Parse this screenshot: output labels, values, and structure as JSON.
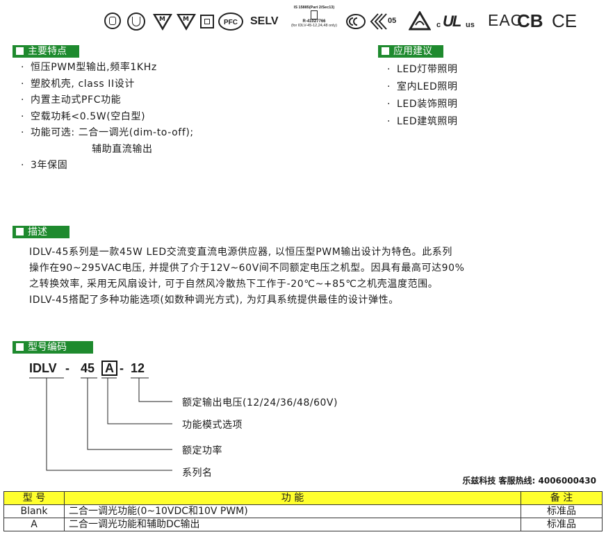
{
  "certifications": {
    "icons": [
      "tuv-icon",
      "cb-shield-icon",
      "mm-triangle-icon",
      "mm-triangle-icon-2",
      "class-ii-icon",
      "pfc-icon",
      "selv-text",
      "bis-icon",
      "ccc-icon",
      "kc-icon",
      "saa-icon",
      "ul-icon",
      "eac-icon",
      "cb-icon",
      "ce-icon"
    ],
    "mm1": "M",
    "mm2": "M",
    "pfc": "PFC",
    "selv": "SELV",
    "bis_line1": "IS 15885(Part 2/Sec13)",
    "bis_line2": "R-41027766",
    "bis_line3": "(for IDLV-45-12,24,48 only)",
    "kc_suffix": "05",
    "ul_c": "c",
    "ul_mark": "UL",
    "ul_us": "us",
    "eac": "EAC",
    "cb": "CB",
    "ce": "CE"
  },
  "features": {
    "header": "主要特点",
    "items": [
      "恒压PWM型输出,频率1KHz",
      "塑胶机壳, class II设计",
      "内置主动式PFC功能",
      "空载功耗<0.5W(空白型)",
      "功能可选: 二合一调光(dim-to-off);",
      "3年保固"
    ],
    "continuation": "辅助直流输出",
    "bullet": "·"
  },
  "applications": {
    "header": "应用建议",
    "items": [
      "LED灯带照明",
      "室内LED照明",
      "LED装饰照明",
      "LED建筑照明"
    ],
    "bullet": "·"
  },
  "description": {
    "header": "描述",
    "lines": [
      "IDLV-45系列是一款45W LED交流变直流电源供应器, 以恒压型PWM输出设计为特色。此系列",
      "操作在90~295VAC电压, 并提供了介于12V~60V间不同额定电压之机型。因具有最高可达90%",
      "之转换效率, 采用无风扇设计, 可于自然风冷散热下工作于-20℃~+85℃之机壳温度范围。",
      "IDLV-45搭配了多种功能选项(如数种调光方式), 为灯具系统提供最佳的设计弹性。"
    ]
  },
  "model": {
    "header": "型号编码",
    "series": "IDLV",
    "dash1": "-",
    "power": "45",
    "option": "A",
    "dash2": "-",
    "voltage": "12",
    "callouts": {
      "voltage": "额定输出电压(12/24/36/48/60V)",
      "option": "功能模式选项",
      "power": "额定功率",
      "series": "系列名"
    }
  },
  "hotline": "乐兹科技 客服热线: 4006000430",
  "table": {
    "headers": [
      "型 号",
      "功 能",
      "备 注"
    ],
    "rows": [
      [
        "Blank",
        "二合一调光功能(0~10VDC和10V PWM)",
        "标准品"
      ],
      [
        "A",
        "二合一调光功能和辅助DC输出",
        "标准品"
      ]
    ]
  },
  "colors": {
    "section_green": "#1e8a2e",
    "table_header_yellow": "#ffff2e"
  }
}
